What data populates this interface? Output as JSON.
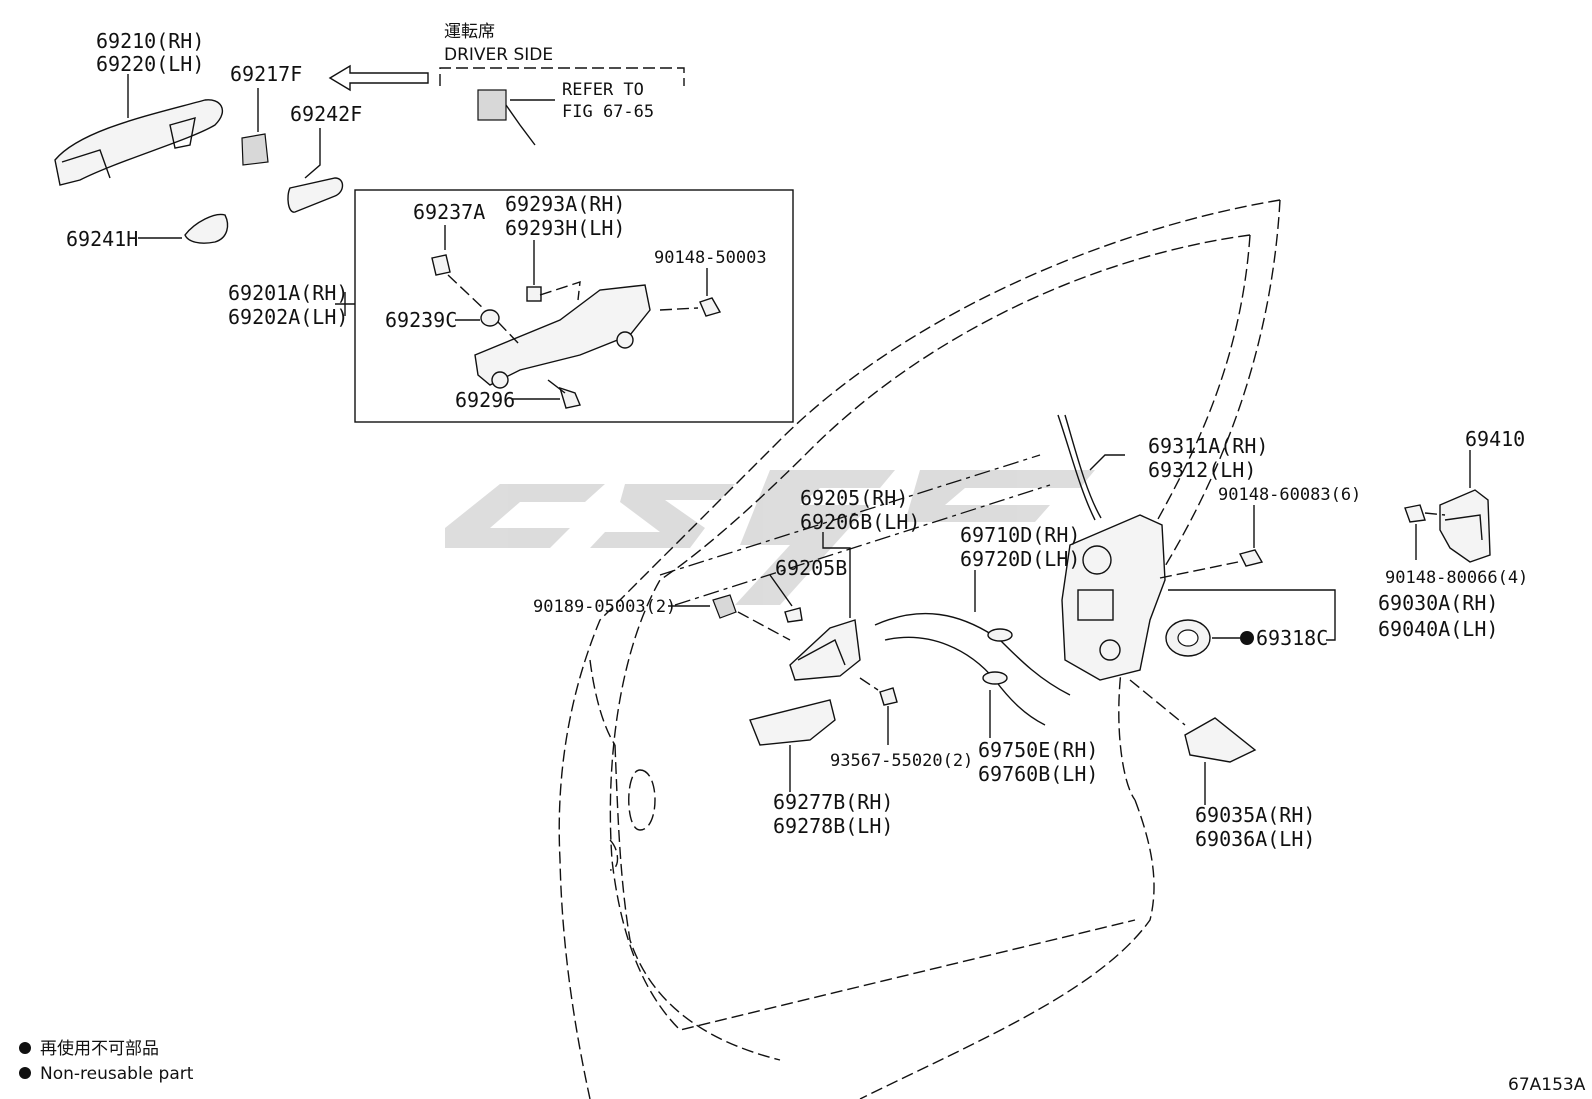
{
  "labels": {
    "p69210": "69210(RH)",
    "p69220": "69220(LH)",
    "p69217f": "69217F",
    "p69242f": "69242F",
    "p69241h": "69241H",
    "unten": "運転席",
    "driver_side": "DRIVER SIDE",
    "refer1": "REFER TO",
    "refer2": "FIG 67-65",
    "p69237a": "69237A",
    "p69293a": "69293A(RH)",
    "p69293h": "69293H(LH)",
    "p90148_50003": "90148-50003",
    "p69201a": "69201A(RH)",
    "p69202a": "69202A(LH)",
    "p69239c": "69239C",
    "p69296": "69296",
    "p69311a": "69311A(RH)",
    "p69312": "69312(LH)",
    "p90148_60083": "90148-60083(6)",
    "p69410": "69410",
    "p90148_80066": "90148-80066(4)",
    "p69205": "69205(RH)",
    "p69206b": "69206B(LH)",
    "p69710d": "69710D(RH)",
    "p69720d": "69720D(LH)",
    "p69205b": "69205B",
    "p90189": "90189-05003(2)",
    "p69030a": "69030A(RH)",
    "p69040a": "69040A(LH)",
    "p69318c": "69318C",
    "p93567": "93567-55020(2)",
    "p69750e": "69750E(RH)",
    "p69760b": "69760B(LH)",
    "p69277b": "69277B(RH)",
    "p69278b": "69278B(LH)",
    "p69035a": "69035A(RH)",
    "p69036a": "69036A(LH)"
  },
  "legend": {
    "jp": "再使用不可部品",
    "en": "Non-reusable part"
  },
  "figure_code": "67A153A"
}
